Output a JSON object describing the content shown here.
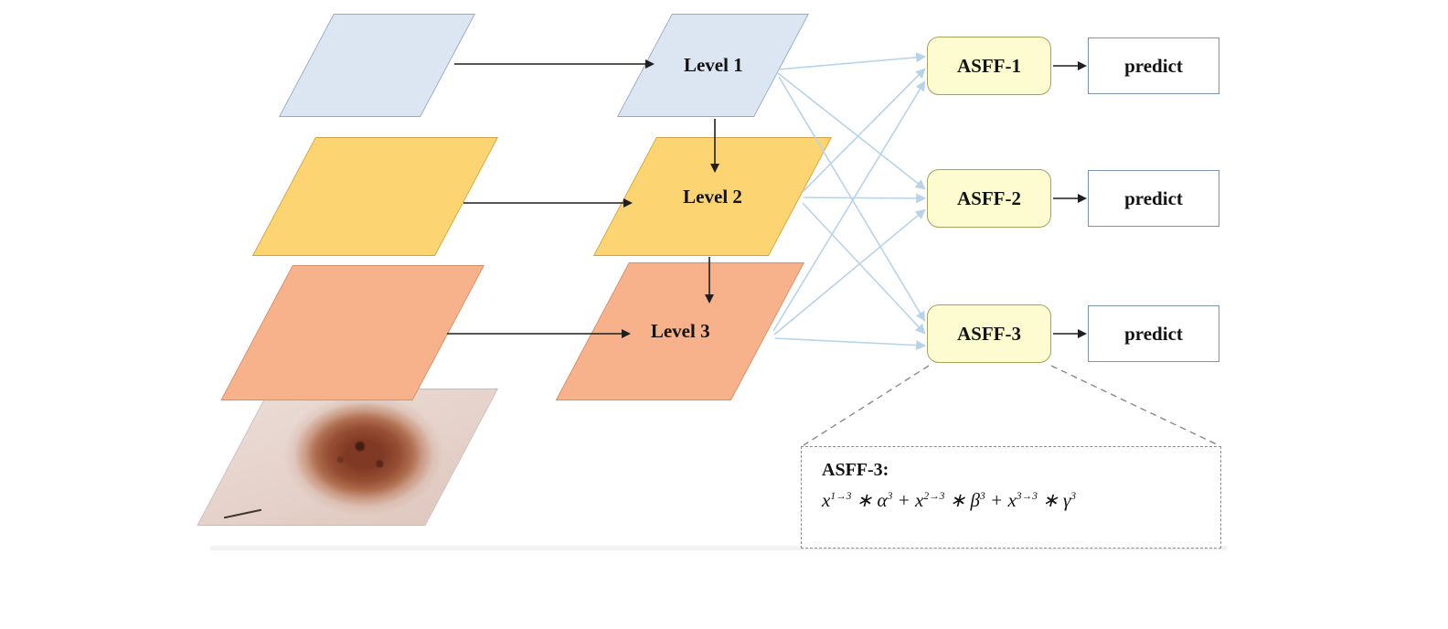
{
  "diagram": {
    "levels": [
      {
        "label": "Level 1"
      },
      {
        "label": "Level 2"
      },
      {
        "label": "Level 3"
      }
    ],
    "asff_boxes": [
      {
        "label": "ASFF-1"
      },
      {
        "label": "ASFF-2"
      },
      {
        "label": "ASFF-3"
      }
    ],
    "predict_boxes": [
      {
        "label": "predict"
      },
      {
        "label": "predict"
      },
      {
        "label": "predict"
      }
    ],
    "callout": {
      "title": "ASFF-3:",
      "formula_segments": [
        {
          "t": "x",
          "s": "1→3"
        },
        {
          "t": " ∗ "
        },
        {
          "t": "α",
          "s": "3"
        },
        {
          "t": " + "
        },
        {
          "t": "x",
          "s": "2→3"
        },
        {
          "t": " ∗ "
        },
        {
          "t": "β",
          "s": "3"
        },
        {
          "t": " + "
        },
        {
          "t": "x",
          "s": "3→3"
        },
        {
          "t": " ∗ "
        },
        {
          "t": "γ",
          "s": "3"
        }
      ]
    },
    "colors": {
      "level1_fill": "#dce6f2",
      "level1_border": "#93aac6",
      "level2_fill": "#fcd572",
      "level2_border": "#d2a345",
      "level3_fill": "#f7b28c",
      "level3_border": "#d68f66",
      "asff_fill": "#fdfbd0",
      "asff_border": "#a3a35e",
      "predict_fill": "#ffffff",
      "predict_border": "#7e93b2",
      "connector_blue": "#b7d3ea",
      "arrow_black": "#1f1f1f",
      "dashed_grey": "#8a8a8a",
      "text": "#121212"
    }
  }
}
